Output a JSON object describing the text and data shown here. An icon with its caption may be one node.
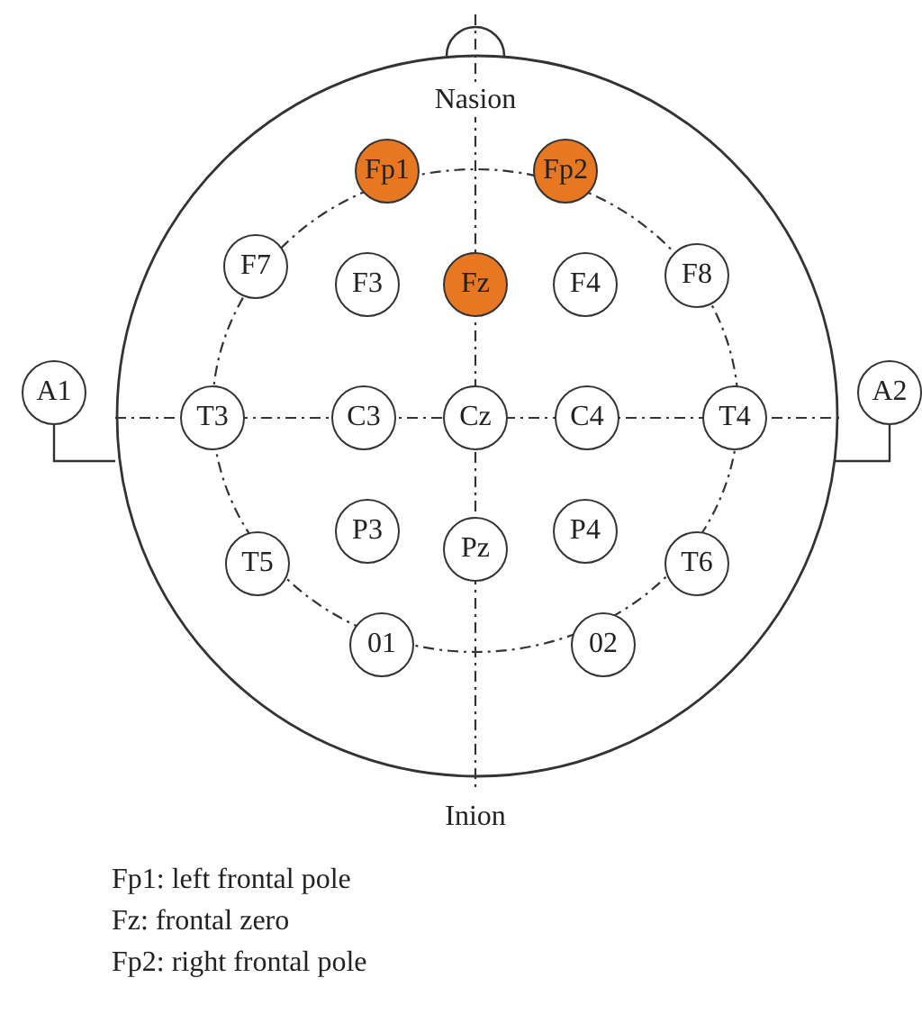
{
  "diagram": {
    "nodes": [
      {
        "text": [],
        "shape": "circle"
      },
      {
        "text": [
          "Fp1"
        ],
        "in": 0
      },
      {
        "text": [
          "Fp2"
        ],
        "in": 0
      },
      {
        "text": [
          "F7"
        ],
        "in": 0
      },
      {
        "text": [
          "F3"
        ],
        "in": 0
      },
      {
        "text": [
          "Fz"
        ],
        "in": 0
      },
      {
        "text": [
          "F4"
        ],
        "in": 0
      },
      {
        "text": [
          "F8"
        ],
        "in": 0
      },
      {
        "text": [
          "A1"
        ]
      },
      {
        "text": [
          "T3"
        ],
        "in": 0
      },
      {
        "text": [
          "C3"
        ],
        "in": 0
      },
      {
        "text": [
          "Cz"
        ],
        "in": 0
      },
      {
        "text": [
          "C4"
        ],
        "in": 0
      },
      {
        "text": [
          "T4"
        ],
        "in": 0
      },
      {
        "text": [
          "A2"
        ]
      },
      {
        "text": [
          "T5"
        ],
        "in": 0
      },
      {
        "text": [
          "P3"
        ],
        "in": 0
      },
      {
        "text": [
          "Pz"
        ],
        "in": 0
      },
      {
        "text": [
          "P4"
        ],
        "in": 0
      },
      {
        "text": [
          "T6"
        ],
        "in": 0
      },
      {
        "text": [
          "01"
        ],
        "in": 0
      },
      {
        "text": [
          "02"
        ],
        "in": 0
      }
    ],
    "edges": [
      {
        "from": 8,
        "to": 0,
        "arrow": "none"
      },
      {
        "from": 14,
        "to": 0,
        "arrow": "none"
      }
    ],
    "labels": [
      "Nasion",
      "Inion",
      "Fp1: left frontal pole",
      "Fz: frontal zero",
      "Fp2: right frontal pole"
    ]
  }
}
